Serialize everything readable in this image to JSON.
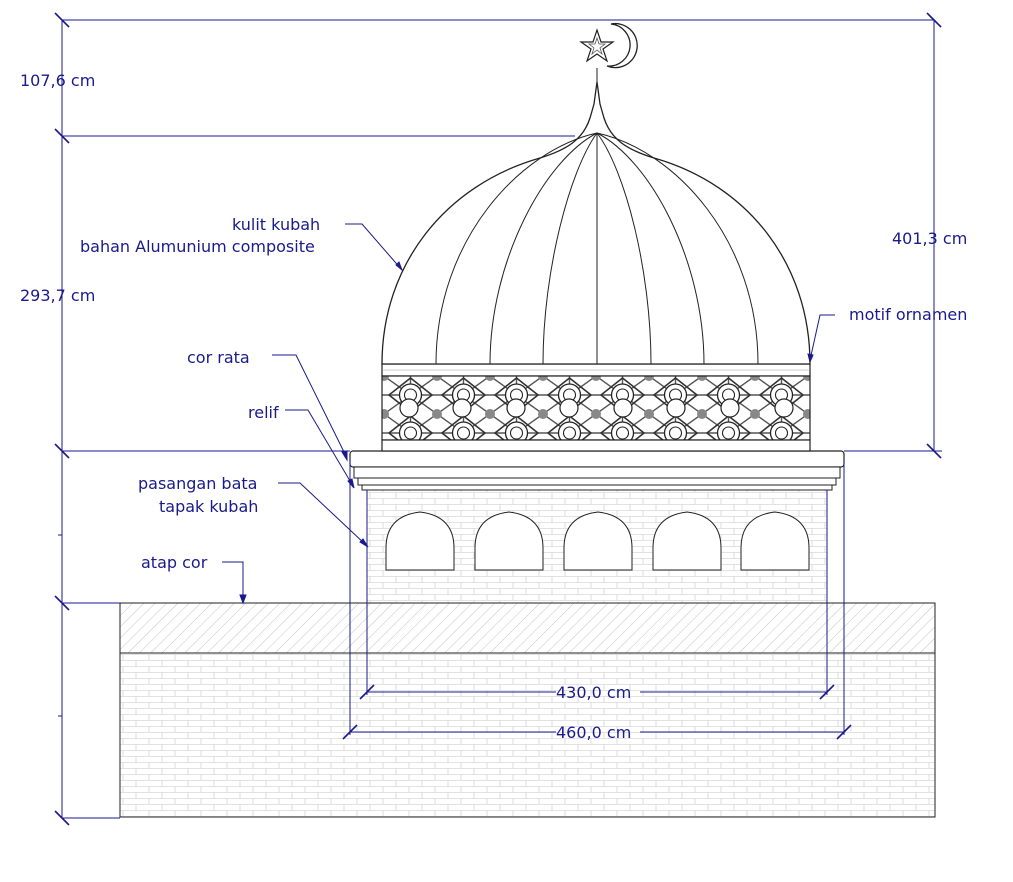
{
  "dimensions": {
    "top_height": "107,6 cm",
    "dome_height": "293,7 cm",
    "total_height": "401,3 cm",
    "inner_width": "430,0 cm",
    "outer_width": "460,0 cm"
  },
  "labels": {
    "dome_skin_line1": "kulit kubah",
    "dome_skin_line2": "bahan Alumunium composite",
    "ornament_motif": "motif ornamen",
    "flat_cast": "cor rata",
    "relief": "relif",
    "brick_line1": "pasangan bata",
    "brick_line2": "tapak kubah",
    "roof_cast": "atap cor"
  },
  "colors": {
    "annotation": "#1a1a8c",
    "drawing": "#222222",
    "ornament_band": "#6a6a6a"
  }
}
